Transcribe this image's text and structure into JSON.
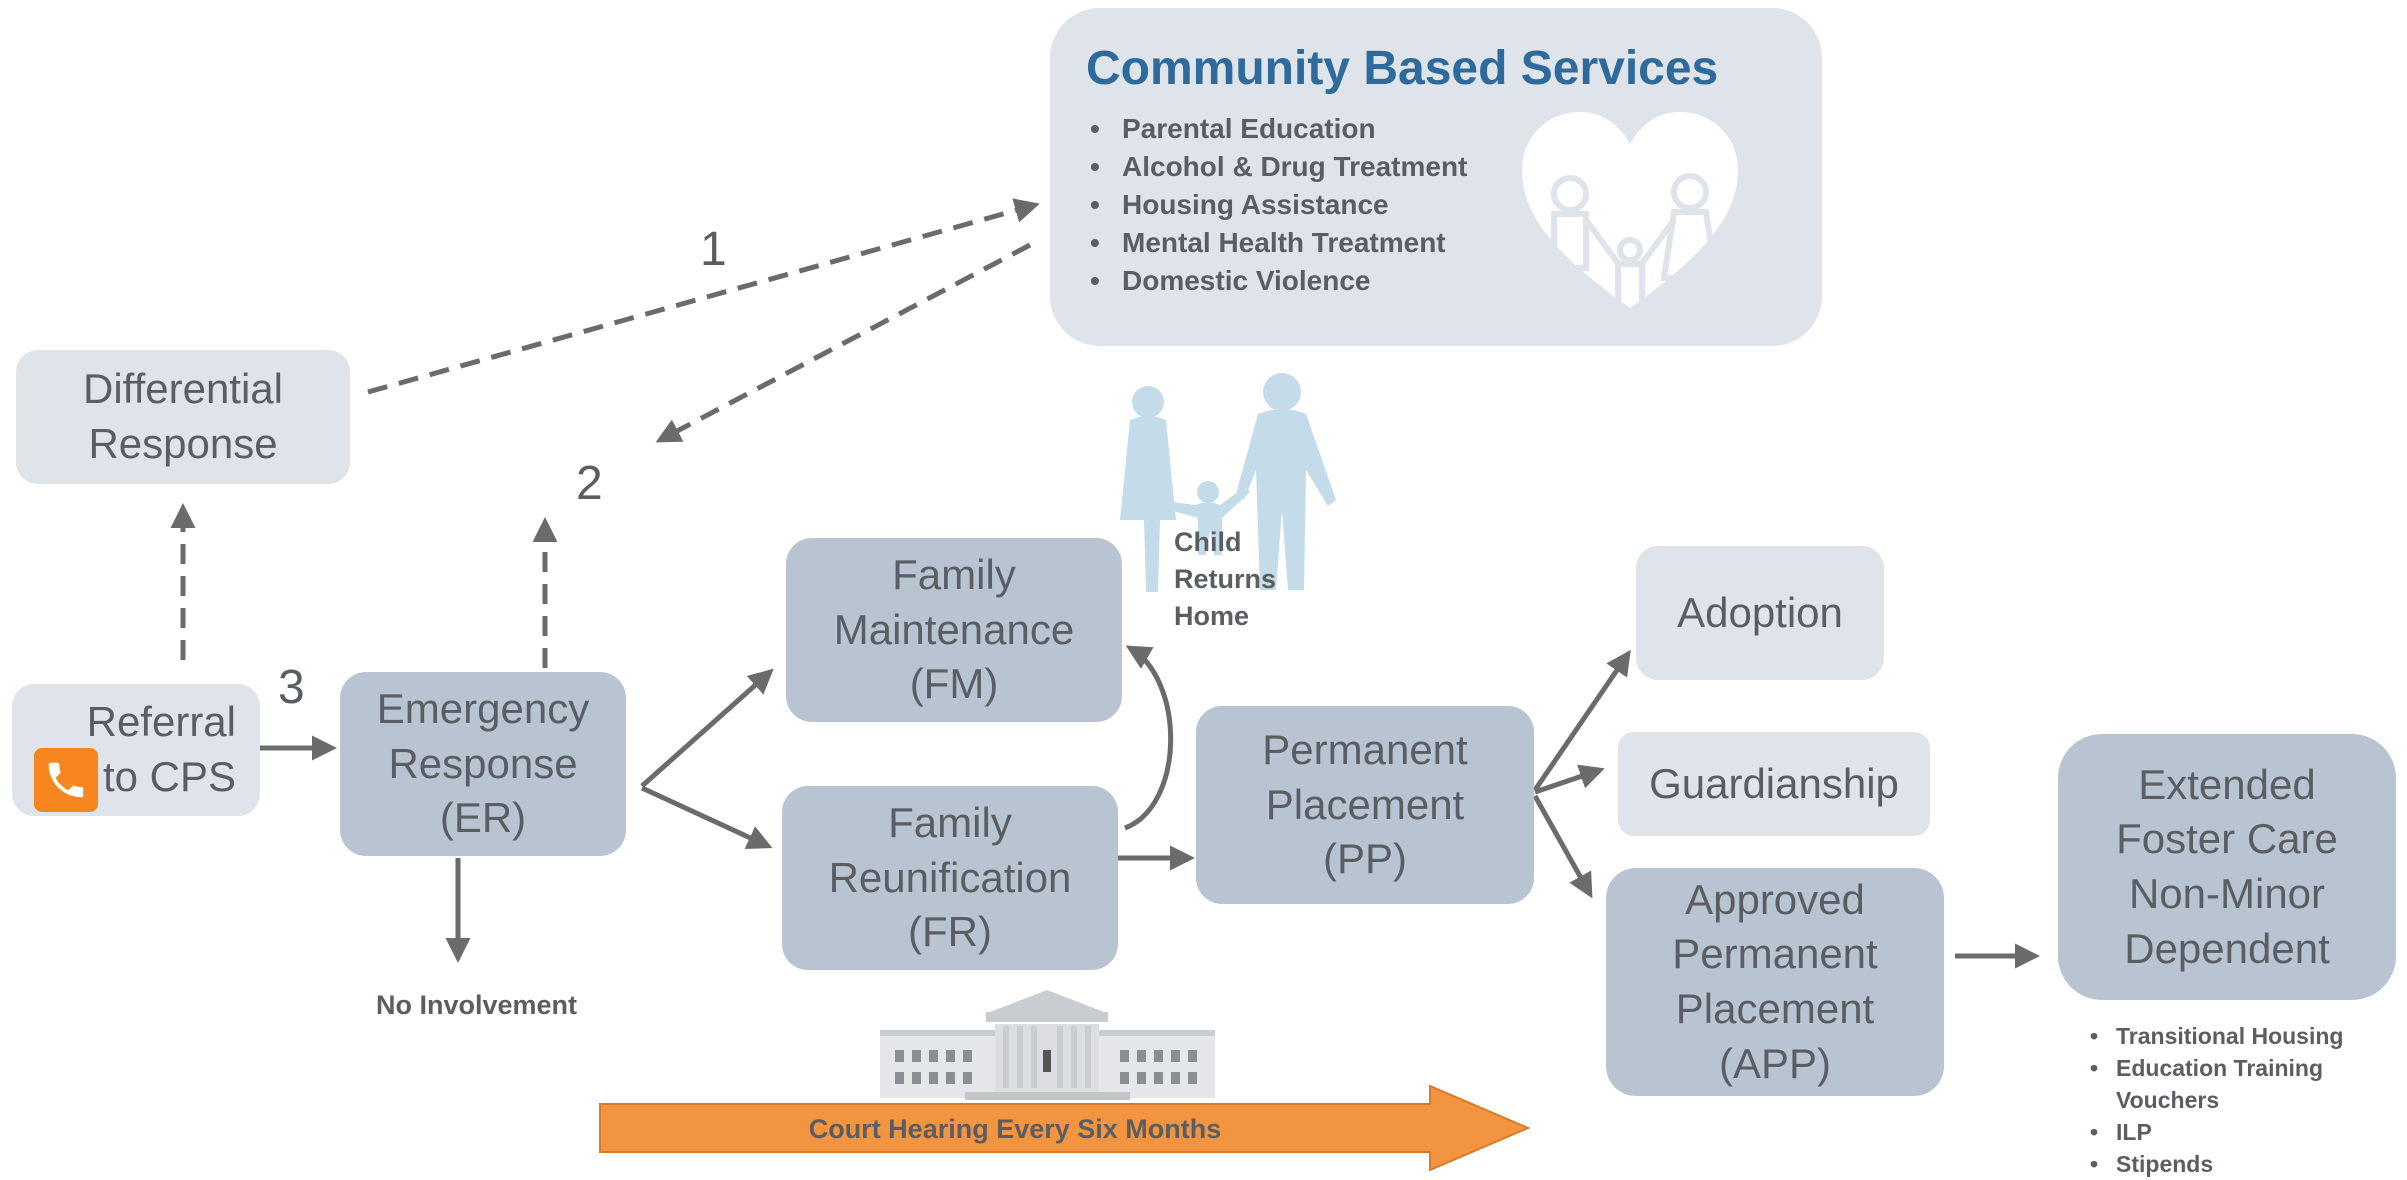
{
  "community": {
    "title": "Community Based Services",
    "services": [
      "Parental Education",
      "Alcohol & Drug Treatment",
      "Housing Assistance",
      "Mental Health Treatment",
      "Domestic Violence"
    ]
  },
  "boxes": {
    "differential_response": [
      "Differential",
      "Response"
    ],
    "referral": [
      "Referral",
      "to CPS"
    ],
    "emergency_response": [
      "Emergency",
      "Response",
      "(ER)"
    ],
    "family_maintenance": [
      "Family",
      "Maintenance",
      "(FM)"
    ],
    "family_reunification": [
      "Family",
      "Reunification",
      "(FR)"
    ],
    "permanent_placement": [
      "Permanent",
      "Placement",
      "(PP)"
    ],
    "adoption": "Adoption",
    "guardianship": "Guardianship",
    "approved_permanent_placement": [
      "Approved",
      "Permanent",
      "Placement",
      "(APP)"
    ],
    "extended_foster_care": [
      "Extended",
      "Foster Care",
      "Non-Minor",
      "Dependent"
    ]
  },
  "path_numbers": [
    "1",
    "2",
    "3"
  ],
  "labels": {
    "child_returns_home": [
      "Child",
      "Returns",
      "Home"
    ],
    "no_involvement": "No Involvement",
    "court_hearing": "Court Hearing Every Six Months"
  },
  "extended_foster_care_services": [
    "Transitional Housing",
    "Education Training Vouchers",
    "ILP",
    "Stipends"
  ],
  "colors": {
    "title_blue": "#2f6a9c",
    "light_box": "#dfe3ea",
    "mid_box": "#b9c4d3",
    "arrow_gray": "#6b6b6b",
    "court_orange": "#f39440",
    "phone_orange": "#f7861f",
    "silhouette_blue": "#c4dcea"
  },
  "icons": [
    "phone-icon",
    "family-heart-icon",
    "family-walking-icon",
    "courthouse-icon"
  ]
}
